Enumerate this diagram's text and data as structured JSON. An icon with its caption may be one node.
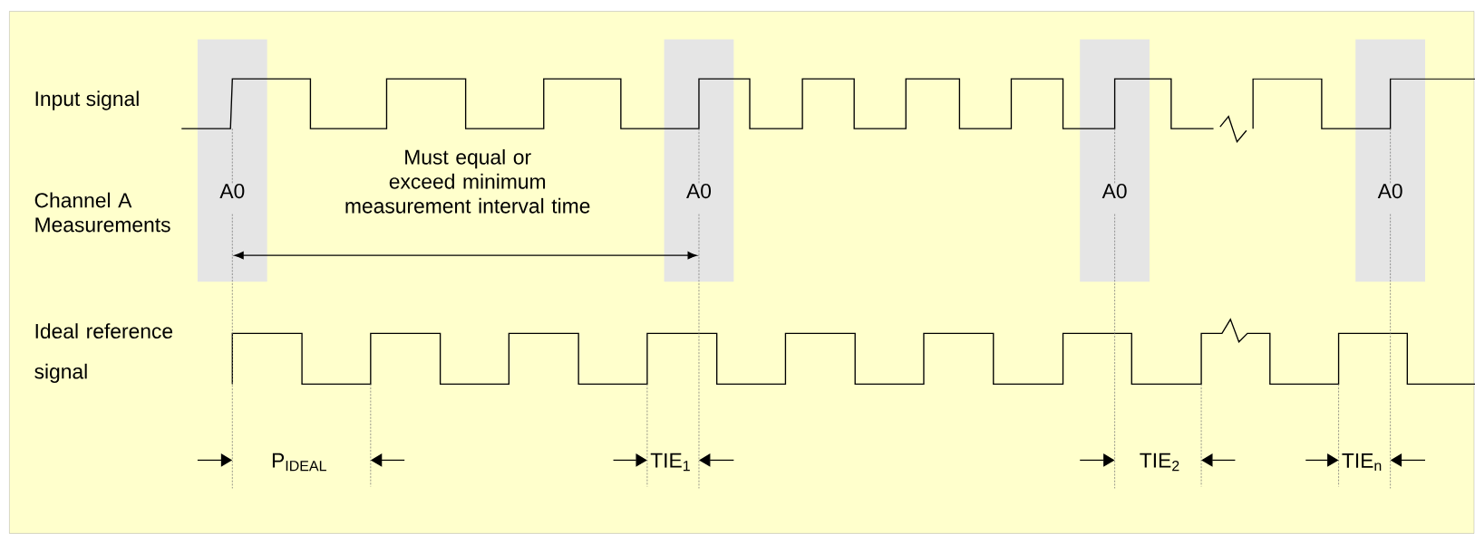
{
  "diagram": {
    "nodes": [
      {
        "text": [
          "A0"
        ]
      },
      {
        "text": [
          "A0"
        ]
      },
      {
        "text": [
          "A0"
        ]
      },
      {
        "text": [
          "A0"
        ]
      }
    ],
    "edges": [],
    "labels": [
      "Input signal",
      "Must equal or exceed minimum measurement interval time",
      "Channel A Measurements",
      "Ideal reference signal",
      "P$_{IDEAL}$",
      "TIE$_{1}$",
      "TIE$_{2}$",
      "TIE$_{n}$"
    ]
  }
}
